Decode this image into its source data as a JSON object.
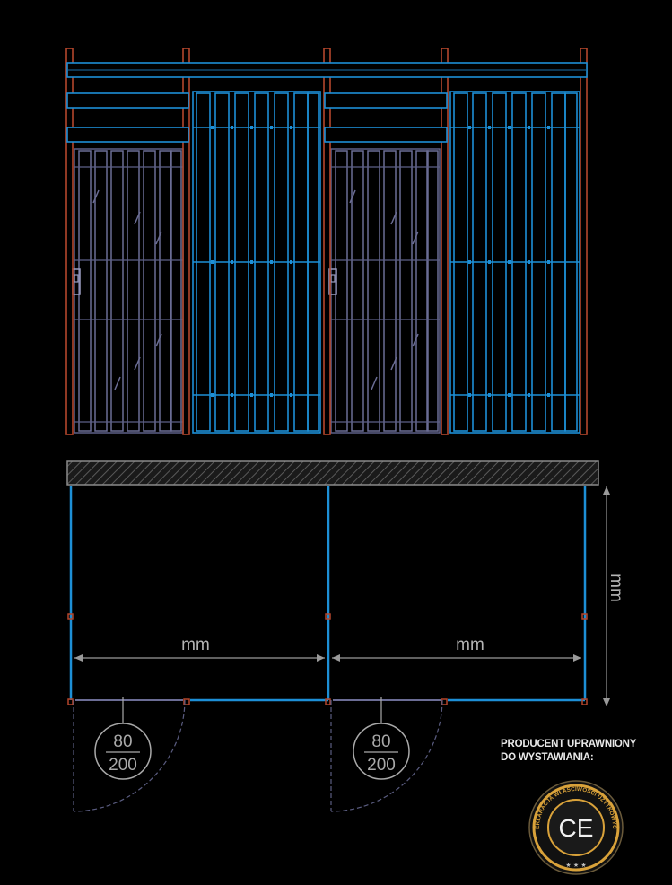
{
  "elevation": {
    "modules": 2
  },
  "plan": {
    "width_unit_left": "mm",
    "width_unit_right": "mm",
    "depth_unit": "mm",
    "door_left": {
      "numerator": "80",
      "denominator": "200"
    },
    "door_right": {
      "numerator": "80",
      "denominator": "200"
    }
  },
  "producer": {
    "line1": "PRODUCENT UPRAWNIONY",
    "line2": "DO WYSTAWIANIA:"
  },
  "ce_badge": {
    "mark": "CE",
    "ring_text": "DEKLARACJA WŁAŚCIWOŚCI UŻYTKOWYCH",
    "stars": "★ ★ ★"
  },
  "colors": {
    "background": "#000000",
    "post": "#b4462c",
    "panel_blue": "#1d8fd6",
    "panel_slate": "#6b6d95",
    "dimension": "#9a9a9a",
    "badge_gold": "#d9a23a"
  }
}
